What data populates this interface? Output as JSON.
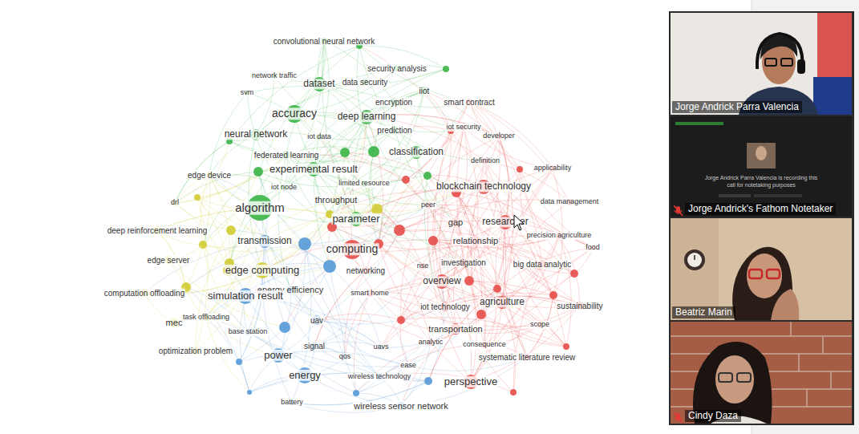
{
  "diagram": {
    "nodes": [
      {
        "text": [
          "Jorge Andrick Parra Valencia"
        ]
      },
      {
        "text": [
          "Jorge Andrick Parra Valencia is recording this call for notetaking purposes",
          "Jorge Andrick's Fathom Notetaker"
        ]
      },
      {
        "text": [
          "Beatriz Marin"
        ]
      },
      {
        "text": [
          "Cindy Daza"
        ]
      }
    ],
    "labels": [
      "convolutional neural network",
      "security analysis",
      "network traffic",
      "dataset",
      "data security",
      "svm",
      "iiot",
      "encryption",
      "smart contract",
      "accuracy",
      "deep learning",
      "iot security",
      "neural network",
      "iot data",
      "prediction",
      "developer",
      "classification",
      "federated learning",
      "definition",
      "applicability",
      "edge device",
      "experimental result",
      "limited resource",
      "iot node",
      "blockchain technology",
      "throughput",
      "peer",
      "data management",
      "drl",
      "algorithm",
      "parameter",
      "gap",
      "researcher",
      "deep reinforcement learning",
      "precision agriculture",
      "transmission",
      "relationship",
      "food",
      "edge server",
      "computing",
      "edge computing",
      "networking",
      "rise",
      "investigation",
      "big data analytic",
      "overview",
      "energy efficiency",
      "simulation result",
      "computation offloading",
      "smart home",
      "iot technology",
      "agriculture",
      "sustainability",
      "mec",
      "task offloading",
      "uav",
      "transportation",
      "scope",
      "base station",
      "signal",
      "analytic",
      "consequence",
      "optimization problem",
      "power",
      "qos",
      "uavs",
      "systematic literature review",
      "ease",
      "energy",
      "wireless technology",
      "perspective",
      "battery",
      "wireless sensor network"
    ]
  }
}
